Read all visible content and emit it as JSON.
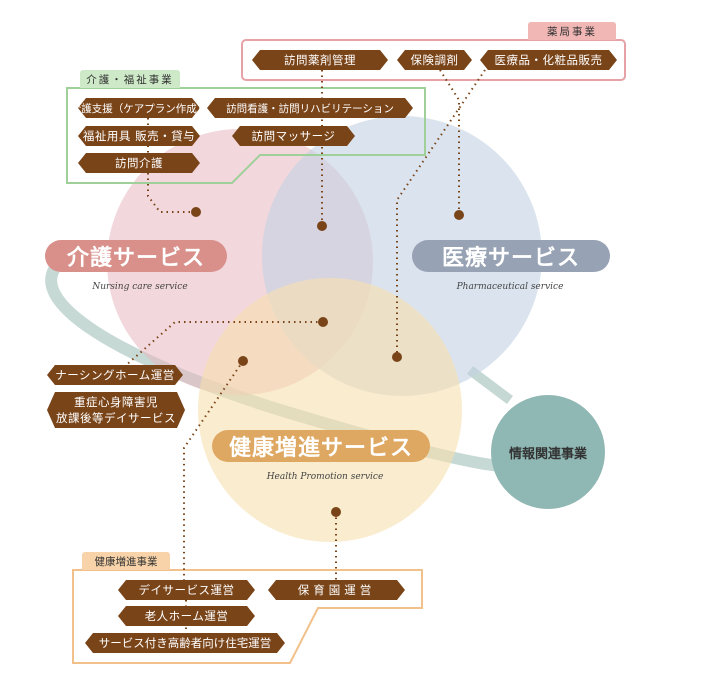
{
  "pharmacy": {
    "title": "薬局事業",
    "items": [
      "訪問薬剤管理",
      "保険調剤",
      "医療品・化粧品販売"
    ]
  },
  "care": {
    "title": "介護・福祉事業",
    "items": [
      "介護支援（ケアプラン作成）",
      "訪問看護・訪問リハビリテーション",
      "福祉用具 販売・貸与",
      "訪問マッサージ",
      "訪問介護"
    ]
  },
  "services": {
    "nursing": {
      "label": "介護サービス",
      "sub": "Nursing care service",
      "color": "#d9908a"
    },
    "medical": {
      "label": "医療サービス",
      "sub": "Pharmaceutical service",
      "color": "#97a3b4"
    },
    "health": {
      "label": "健康増進サービス",
      "sub": "Health Promotion service",
      "color": "#dfa862"
    },
    "info": {
      "label": "情報関連事業",
      "color": "#8fb8b4"
    }
  },
  "overlap": {
    "items": [
      "ナーシングホーム運営",
      "重症心身障害児",
      "放課後等デイサービス"
    ]
  },
  "health_biz": {
    "title": "健康増進事業",
    "items": [
      "デイサービス運営",
      "保育園運営",
      "老人ホーム運営",
      "サービス付き高齢者向け住宅運営"
    ]
  }
}
